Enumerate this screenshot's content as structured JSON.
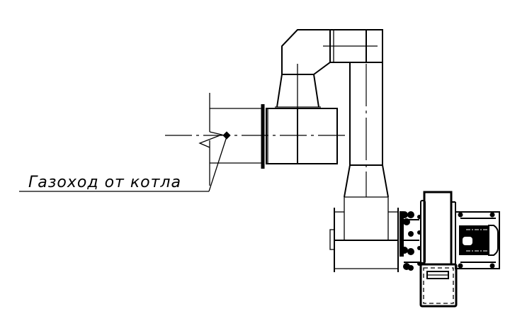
{
  "drawing": {
    "type": "technical-schematic",
    "subject": "flue gas duct with elbow, vertical riser and smoke exhauster fan",
    "line_color": "#000000",
    "background": "#ffffff"
  },
  "callout": {
    "label": "Газоход от котла",
    "leader_marker": "filled-square"
  },
  "components": [
    {
      "id": "inlet-duct",
      "name": "Газоход (horizontal inlet duct with break line)"
    },
    {
      "id": "flange-transition",
      "name": "Flanged duct section"
    },
    {
      "id": "elbow",
      "name": "Upper elbow / bend"
    },
    {
      "id": "riser",
      "name": "Vertical riser duct"
    },
    {
      "id": "lower-box",
      "name": "Lower inlet box"
    },
    {
      "id": "fan",
      "name": "Smoke exhauster fan"
    },
    {
      "id": "motor",
      "name": "Electric motor"
    },
    {
      "id": "outlet",
      "name": "Fan outlet"
    }
  ]
}
